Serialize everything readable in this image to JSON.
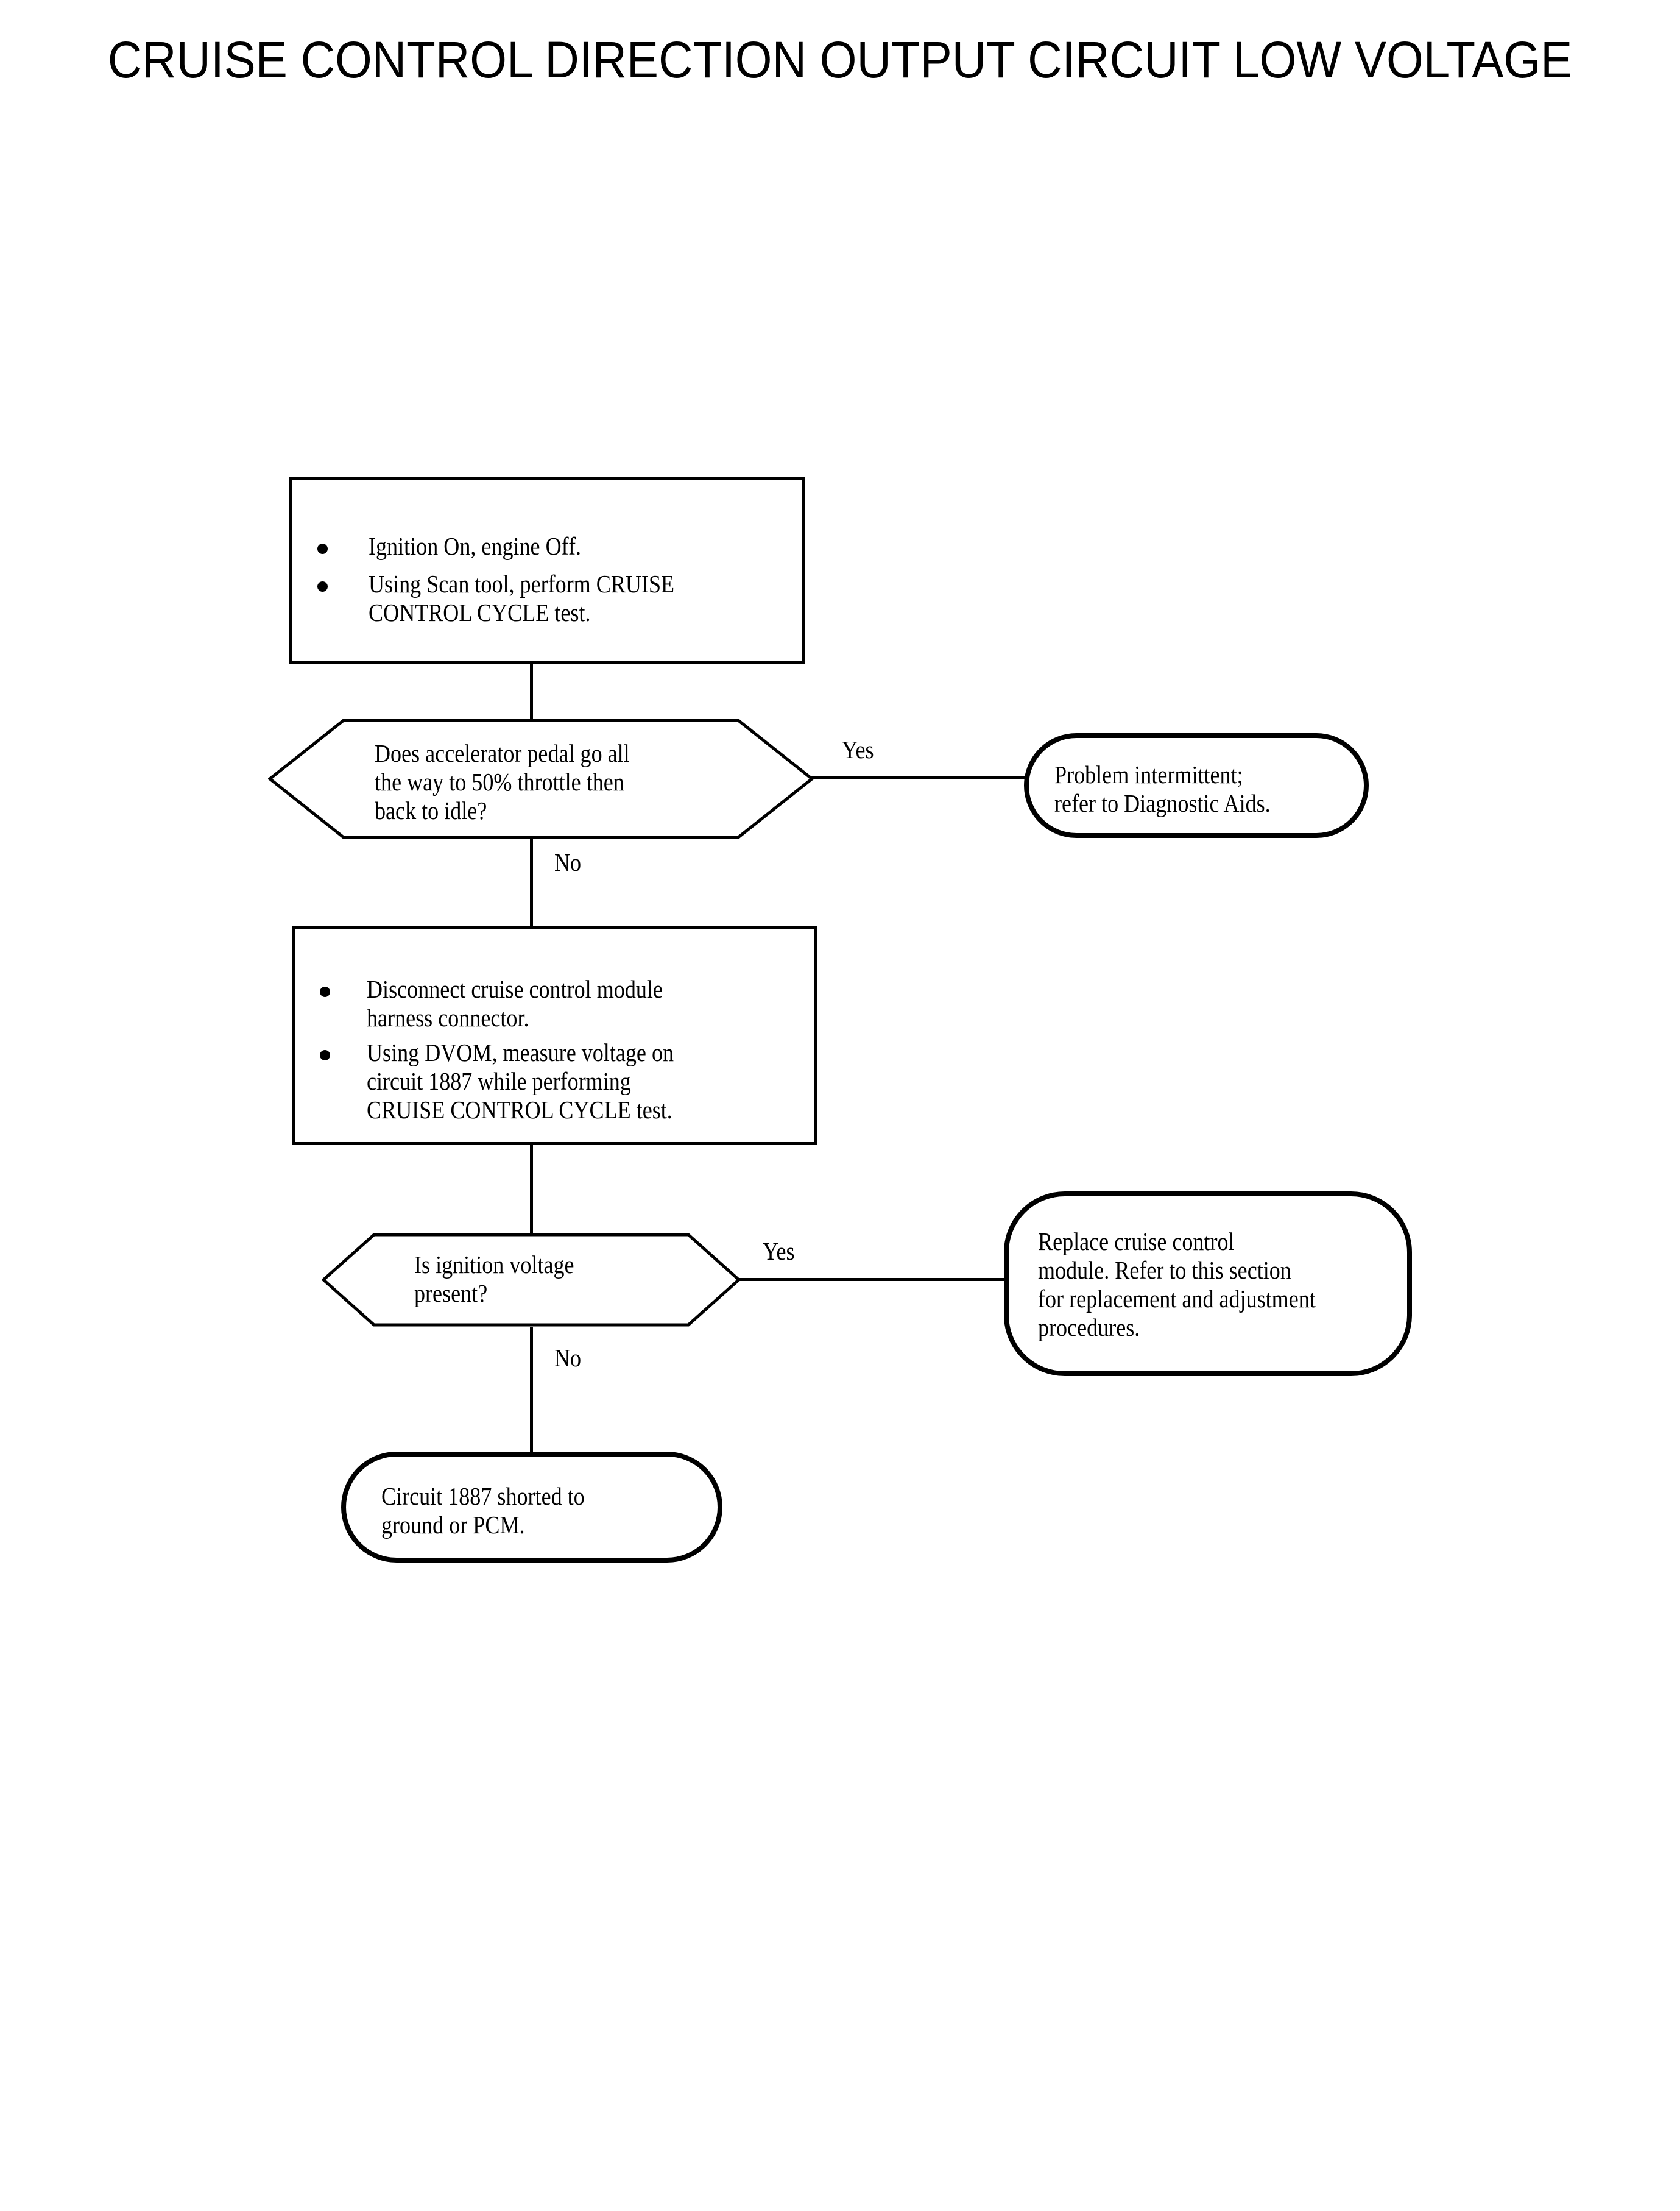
{
  "title": "CRUISE CONTROL DIRECTION OUTPUT CIRCUIT LOW VOLTAGE",
  "flow": {
    "step1": {
      "type": "process",
      "bullets": [
        "Ignition On, engine Off.",
        "Using Scan tool, perform CRUISE\nCONTROL CYCLE test."
      ]
    },
    "decision1": {
      "type": "decision",
      "text": "Does accelerator pedal go all\nthe way to 50% throttle then\nback to idle?",
      "yes_label": "Yes",
      "no_label": "No"
    },
    "terminal1": {
      "type": "terminal",
      "text": "Problem intermittent;\nrefer to Diagnostic Aids."
    },
    "step2": {
      "type": "process",
      "bullets": [
        "Disconnect cruise control module\nharness connector.",
        "Using DVOM, measure voltage on\ncircuit 1887 while performing\nCRUISE CONTROL CYCLE test."
      ]
    },
    "decision2": {
      "type": "decision",
      "text": "Is ignition voltage\npresent?",
      "yes_label": "Yes",
      "no_label": "No"
    },
    "terminal2": {
      "type": "terminal",
      "text": "Replace cruise control\nmodule. Refer to this section\nfor replacement and adjustment\nprocedures."
    },
    "terminal3": {
      "type": "terminal",
      "text": "Circuit 1887 shorted to\nground or PCM."
    }
  },
  "colors": {
    "ink": "#000000",
    "paper": "#ffffff"
  }
}
